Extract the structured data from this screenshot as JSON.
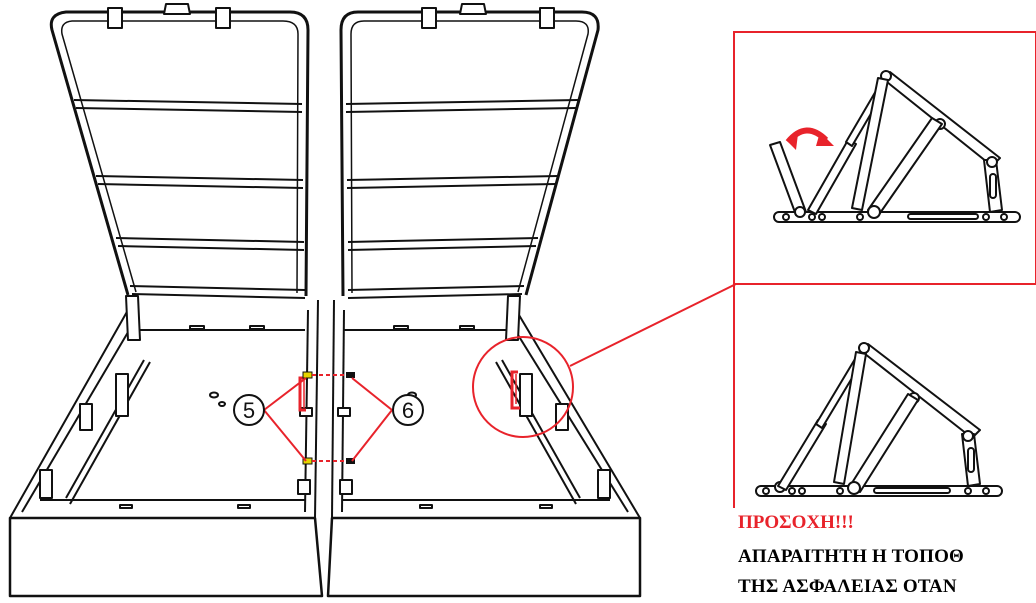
{
  "colors": {
    "line": "#111111",
    "accent": "#e8232b",
    "background": "#ffffff"
  },
  "callouts": {
    "left_number": "5",
    "right_number": "6"
  },
  "warning": {
    "title": "ΠΡΟΣΟΧΗ!!!",
    "line1": "ΑΠΑΡΑΙΤΗΤΗ Η ΤΟΠΟΘ",
    "line2": "ΤΗΣ ΑΣΦΑΛΕΙΑΣ ΟΤΑΝ"
  },
  "icons": {
    "rotate_arrow": "curved-arrow-icon"
  }
}
